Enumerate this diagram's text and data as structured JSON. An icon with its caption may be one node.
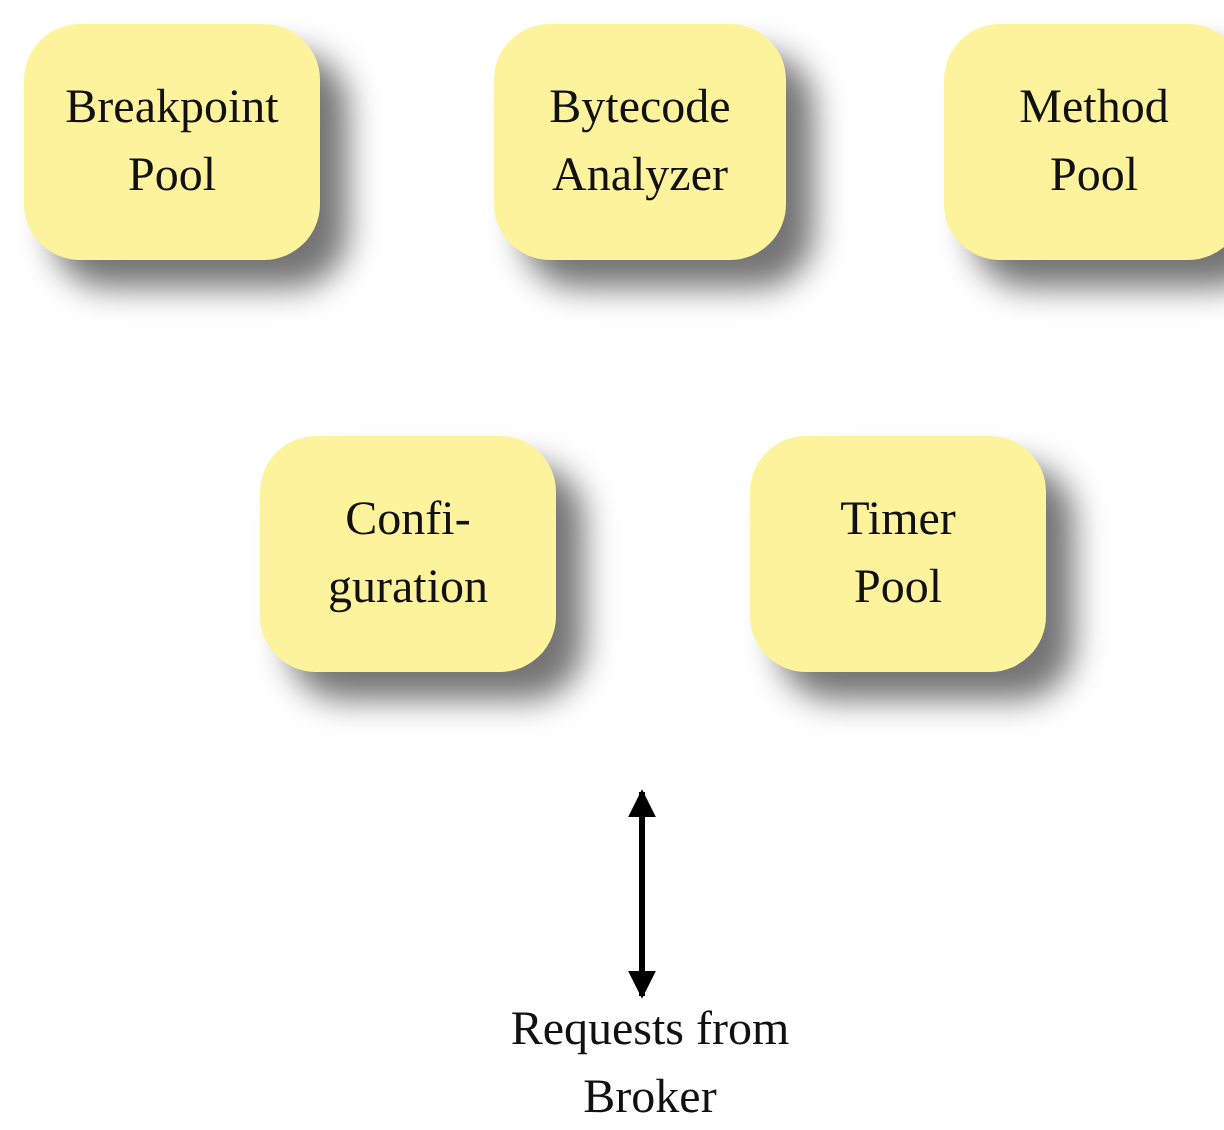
{
  "diagram": {
    "nodes": [
      {
        "text": [
          "Breakpoint Pool"
        ]
      },
      {
        "text": [
          "Bytecode Analyzer"
        ]
      },
      {
        "text": [
          "Method Pool"
        ]
      },
      {
        "text": [
          "Confi- guration"
        ]
      },
      {
        "text": [
          "Timer Pool"
        ]
      },
      {
        "text": [
          "Requests from Broker"
        ]
      }
    ],
    "edges": [
      {
        "from": null,
        "to": 5,
        "arrow": "both"
      }
    ]
  }
}
